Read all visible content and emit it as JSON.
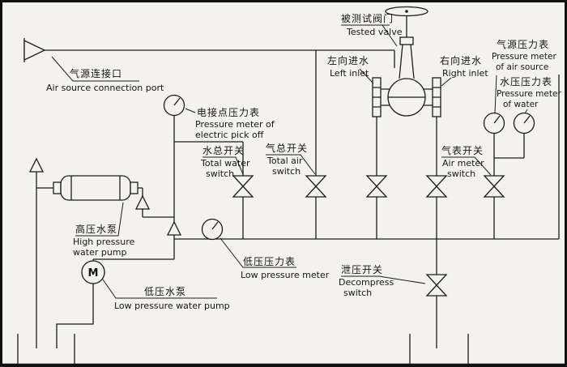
{
  "labels": {
    "air_source": {
      "zh": "气源连接口",
      "en": "Air source connection port"
    },
    "tested_valve": {
      "zh": "被测试阀门",
      "en": "Tested valve"
    },
    "left_inlet": {
      "zh": "左向进水",
      "en": "Left inlet"
    },
    "right_inlet": {
      "zh": "右向进水",
      "en": "Right inlet"
    },
    "air_pressure_meter": {
      "zh": "气源压力表",
      "en1": "Pressure meter",
      "en2": "of air source"
    },
    "water_pressure_meter": {
      "zh": "水压压力表",
      "en1": "Pressure meter",
      "en2": "of water"
    },
    "electric_contact_meter": {
      "zh": "电接点压力表",
      "en1": "Pressure meter of",
      "en2": "electric pick off"
    },
    "total_water_switch": {
      "zh": "水总开关",
      "en1": "Total water",
      "en2": "switch"
    },
    "total_air_switch": {
      "zh": "气总开关",
      "en1": "Total air",
      "en2": "switch"
    },
    "air_meter_switch": {
      "zh": "气表开关",
      "en1": "Air meter",
      "en2": "switch"
    },
    "high_pressure_pump": {
      "zh": "高压水泵",
      "en1": "High pressure",
      "en2": "water pump"
    },
    "low_pressure_meter": {
      "zh": "低压压力表",
      "en": "Low pressure meter"
    },
    "low_pressure_pump": {
      "zh": "低压水泵",
      "en": "Low pressure water pump"
    },
    "decompress_switch": {
      "zh": "泄压开关",
      "en1": "Decompress",
      "en2": "switch"
    }
  },
  "symbols": {
    "motor_letter": "M"
  },
  "colors": {
    "ink": "#1c1c1c",
    "paper": "#f3f2ee"
  }
}
